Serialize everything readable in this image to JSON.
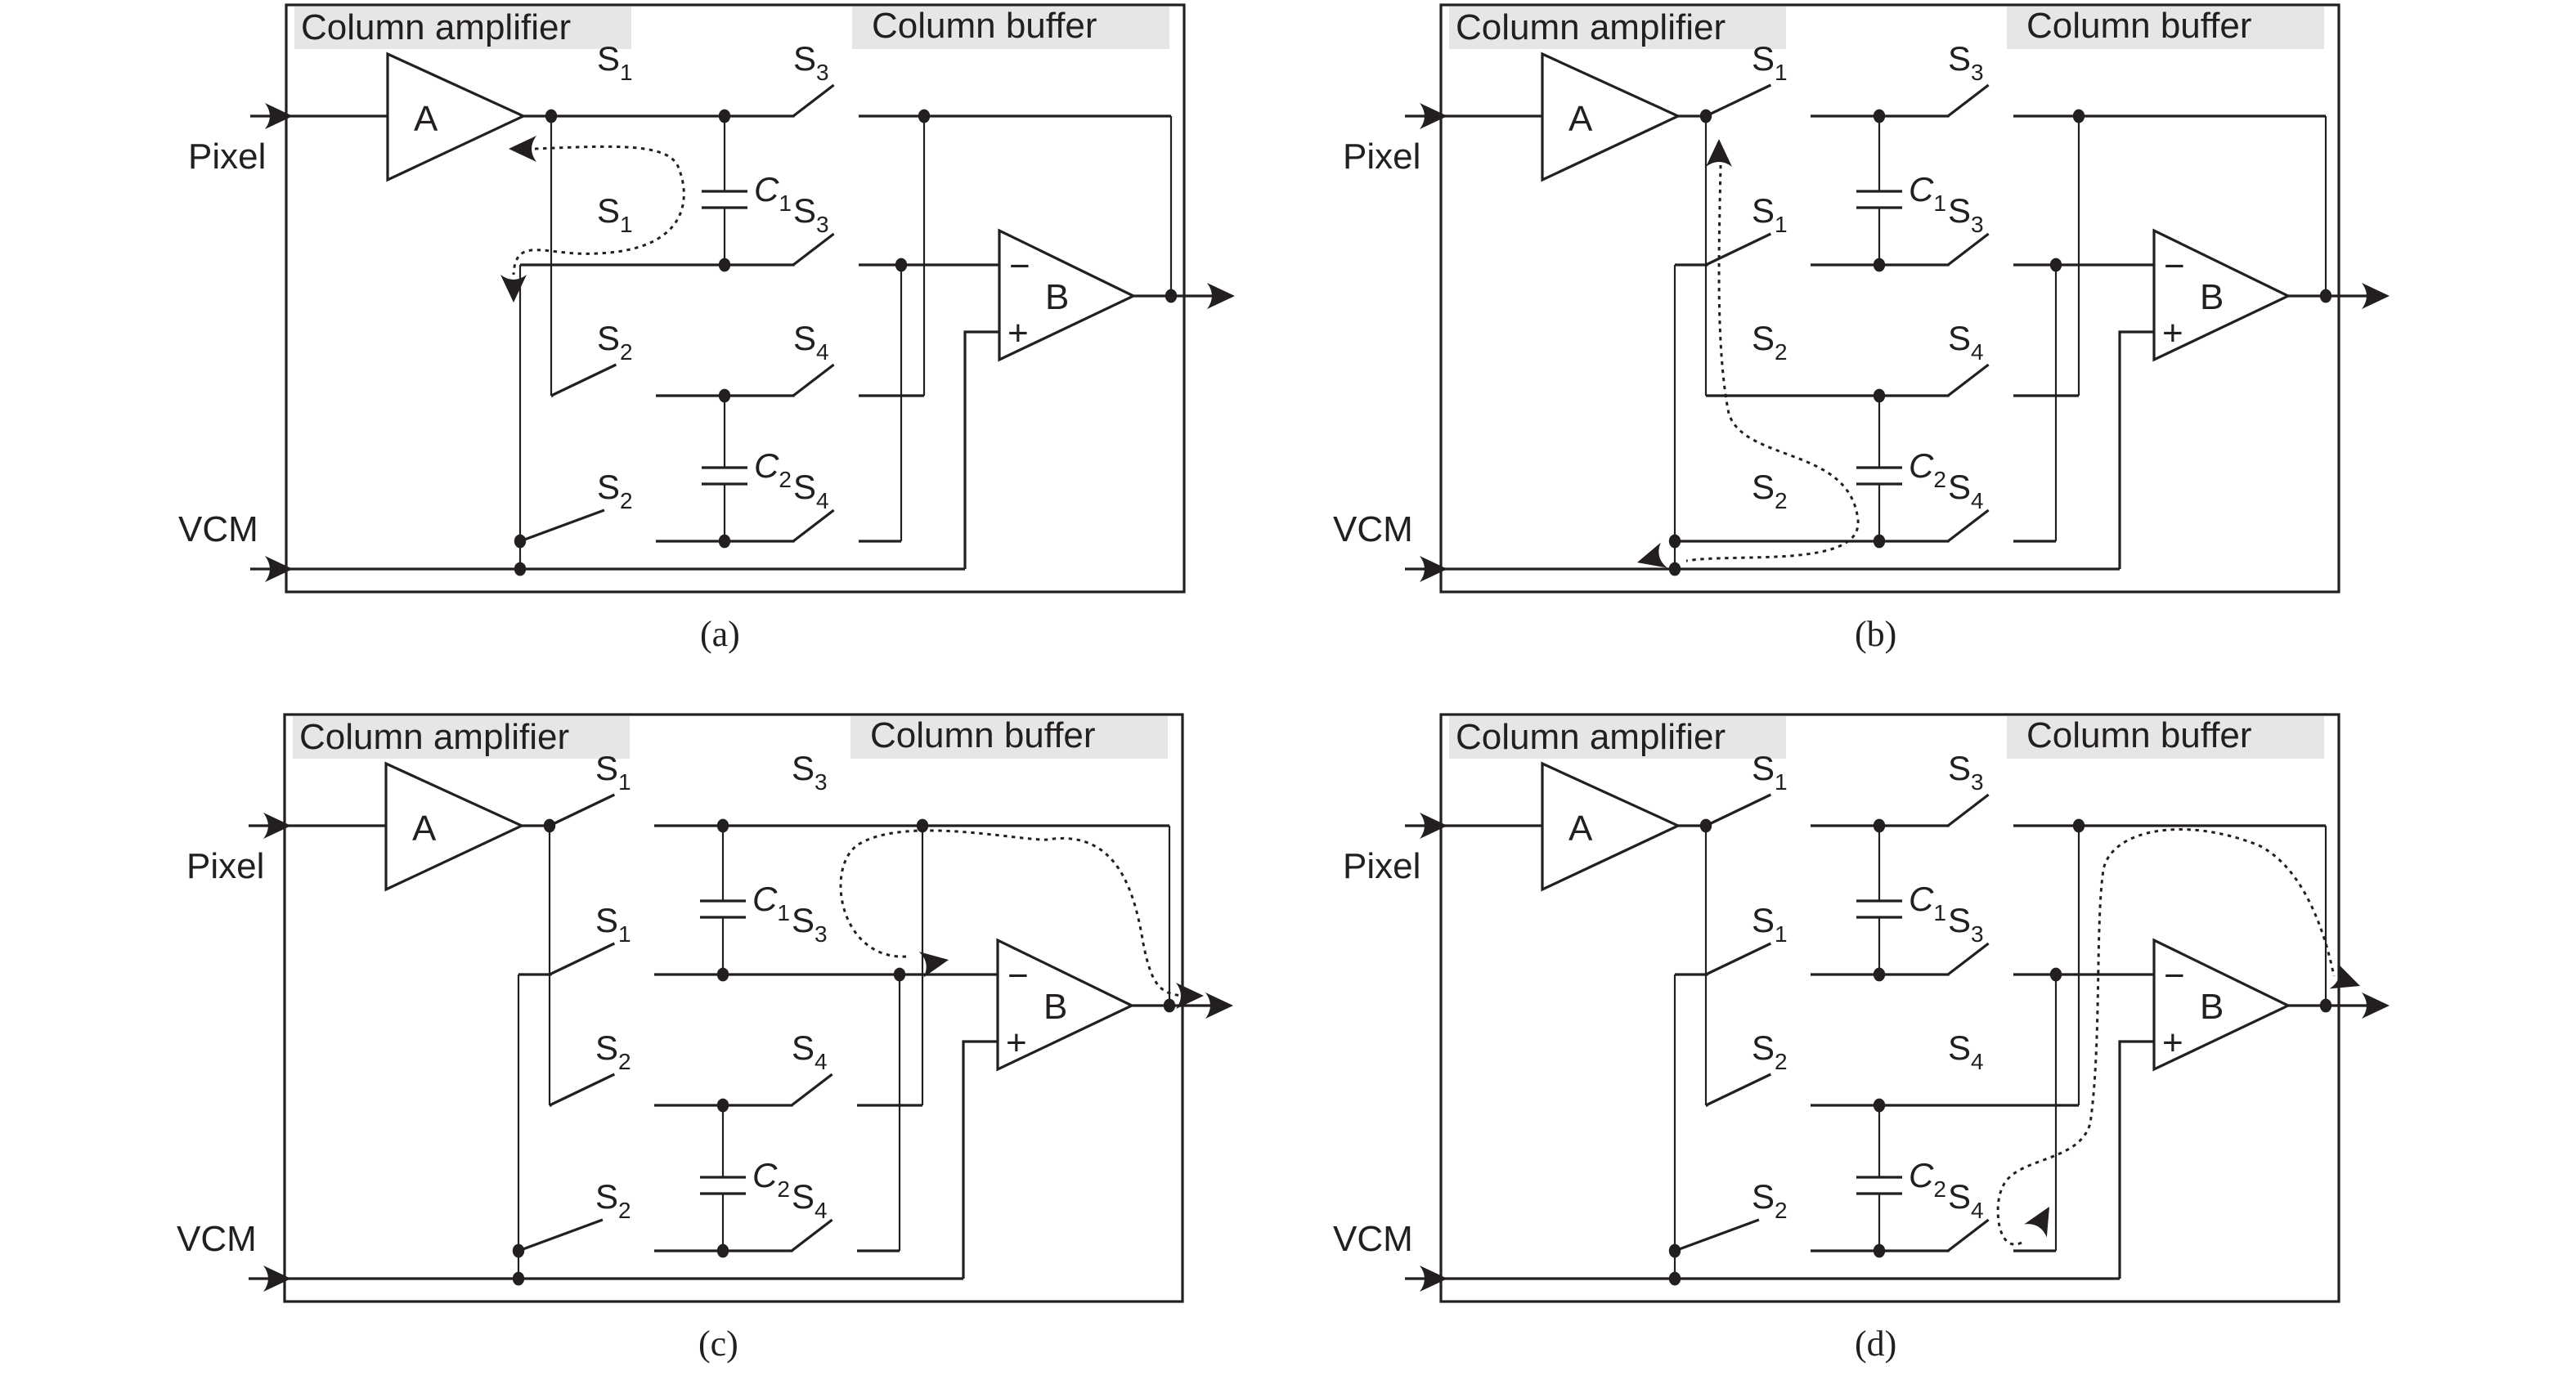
{
  "figure": {
    "panels": [
      {
        "id": "a",
        "caption": "(a)",
        "switches": {
          "S1_top": "closed",
          "S1_mid": "closed",
          "S2_upper": "open",
          "S2_lower": "open",
          "S3_top": "open",
          "S3_mid": "open",
          "S4_upper": "open",
          "S4_lower": "open"
        },
        "signal_path": "A output through C1 to bottom plate of C1, feedback around amplifier A"
      },
      {
        "id": "b",
        "caption": "(b)",
        "switches": {
          "S1_top": "open",
          "S1_mid": "open",
          "S2_upper": "closed",
          "S2_lower": "closed",
          "S3_top": "open",
          "S3_mid": "open",
          "S4_upper": "open",
          "S4_lower": "open"
        },
        "signal_path": "A output through C2 to VCM"
      },
      {
        "id": "c",
        "caption": "(c)",
        "switches": {
          "S1_top": "open",
          "S1_mid": "open",
          "S2_upper": "open",
          "S2_lower": "open",
          "S3_top": "closed",
          "S3_mid": "closed",
          "S4_upper": "open",
          "S4_lower": "open"
        },
        "signal_path": "C1 connected around buffer B to output"
      },
      {
        "id": "d",
        "caption": "(d)",
        "switches": {
          "S1_top": "open",
          "S1_mid": "open",
          "S2_upper": "open",
          "S2_lower": "open",
          "S3_top": "open",
          "S3_mid": "open",
          "S4_upper": "closed",
          "S4_lower": "open"
        },
        "signal_path": "C2 connected around buffer B to output"
      }
    ],
    "labels": {
      "column_amplifier": "Column amplifier",
      "column_buffer": "Column buffer",
      "pixel": "Pixel",
      "vcm": "VCM",
      "amp_a": "A",
      "amp_b": "B",
      "minus": "−",
      "plus": "+",
      "s1": "S",
      "s1_sub": "1",
      "s2": "S",
      "s2_sub": "2",
      "s3": "S",
      "s3_sub": "3",
      "s4": "S",
      "s4_sub": "4",
      "c1": "C",
      "c1_sub": "1",
      "c2": "C",
      "c2_sub": "2"
    }
  }
}
